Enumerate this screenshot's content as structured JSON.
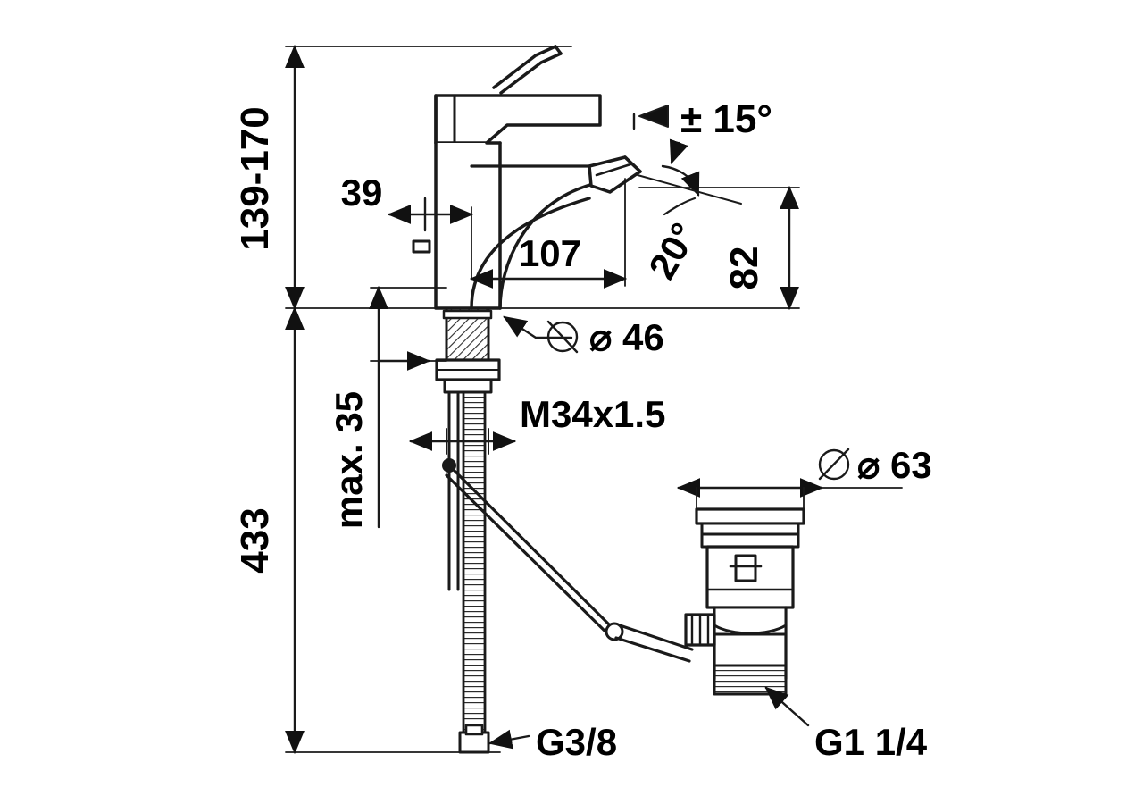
{
  "drawing": {
    "title": "Bidet mixer technical dimension drawing",
    "units": "mm",
    "line_color": "#1a1a1a",
    "fill_color": "#ffffff",
    "hatch_color": "#333333"
  },
  "dimensions": {
    "overall_height_range": "139-170",
    "spout_offset": "39",
    "spout_reach": "107",
    "spout_height": "82",
    "swivel_angle": "± 15°",
    "outlet_angle": "20°",
    "body_diameter": "⌀ 46",
    "thread_body": "M34x1.5",
    "max_counter_thickness": "max. 35",
    "total_height": "433",
    "waste_diameter": "⌀ 63",
    "supply_thread": "G3/8",
    "waste_thread": "G1 1/4"
  },
  "labels": [
    {
      "id": "height-range",
      "text": "139-170"
    },
    {
      "id": "offset-39",
      "text": "39"
    },
    {
      "id": "reach-107",
      "text": "107"
    },
    {
      "id": "height-82",
      "text": "82"
    },
    {
      "id": "angle-15",
      "text": "± 15°"
    },
    {
      "id": "angle-20",
      "text": "20°"
    },
    {
      "id": "diameter-46",
      "text": "46"
    },
    {
      "id": "thread-m34",
      "text": "M34x1.5"
    },
    {
      "id": "max-35",
      "text": "max. 35"
    },
    {
      "id": "total-433",
      "text": "433"
    },
    {
      "id": "diameter-63",
      "text": "63"
    },
    {
      "id": "thread-g38",
      "text": "G3/8"
    },
    {
      "id": "thread-g114",
      "text": "G1 1/4"
    }
  ],
  "symbols": {
    "diameter_glyph": "⌀",
    "plusminus_glyph": "±",
    "degree_glyph": "°",
    "angle_arrow_glyph": "◁"
  }
}
